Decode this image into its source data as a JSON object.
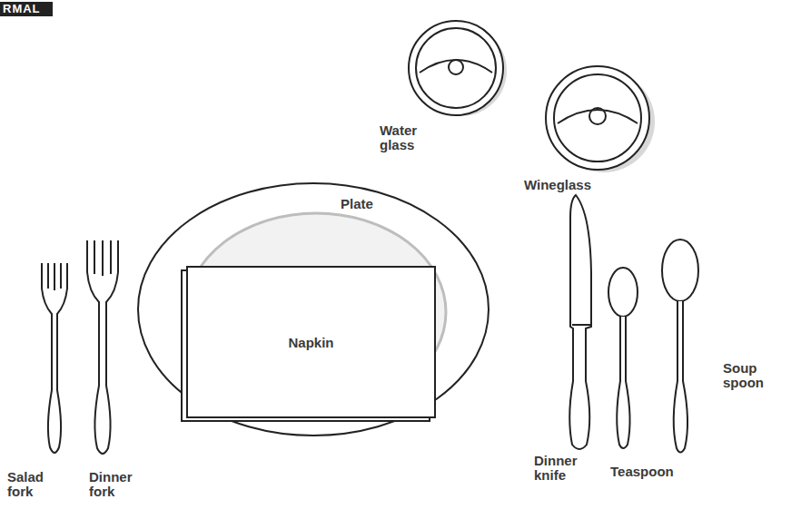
{
  "diagram": {
    "nodes": [
      {
        "text": [
          "Plate"
        ]
      },
      {
        "text": [
          "Napkin"
        ],
        "in": 0
      }
    ],
    "labels": [
      "RMAL",
      "Water glass",
      "Wineglass",
      "Salad fork",
      "Dinner fork",
      "Dinner knife",
      "Teaspoon",
      "Soup spoon"
    ]
  }
}
